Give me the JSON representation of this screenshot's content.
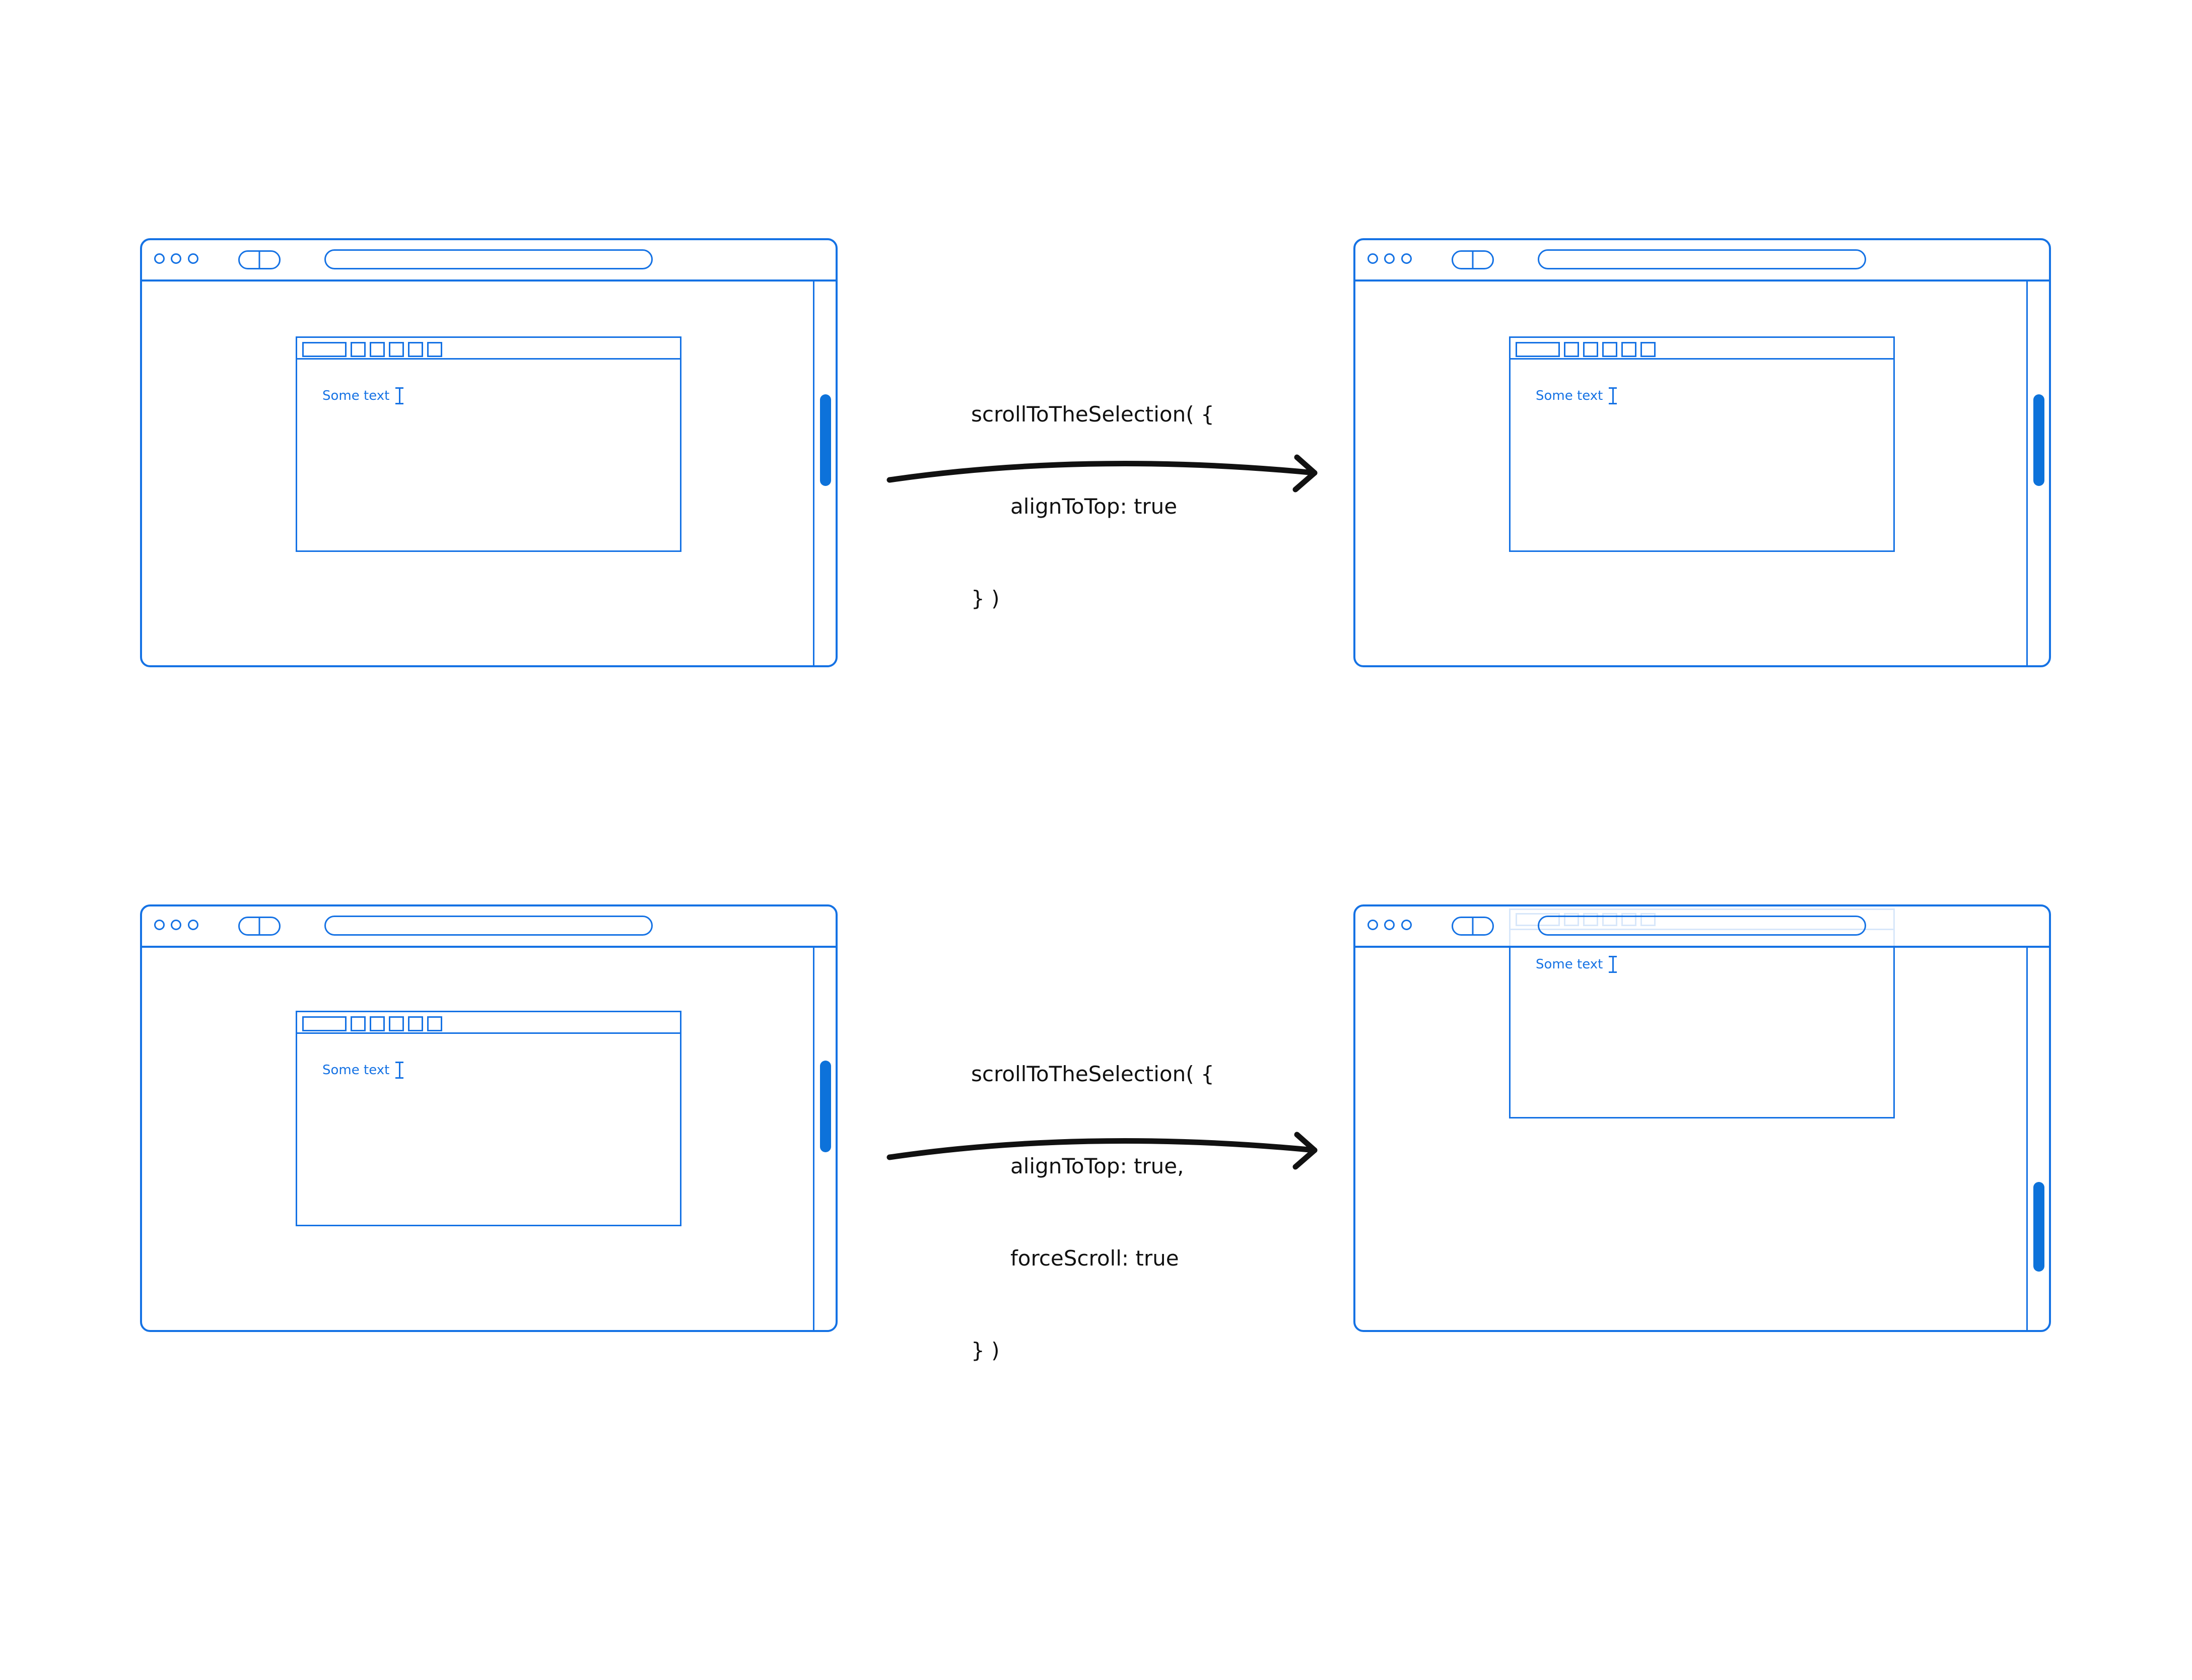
{
  "colors": {
    "stroke_blue": "#1572e4",
    "scrollbar_thumb_blue": "#0d72da",
    "faded_blue": "rgba(21,114,228,0.17)",
    "text_black": "#111111",
    "background": "#ffffff"
  },
  "windows": {
    "top_left": {
      "editor_text": "Some text"
    },
    "top_right": {
      "editor_text": "Some text"
    },
    "bottom_left": {
      "editor_text": "Some text"
    },
    "bottom_right": {
      "editor_text": "Some text"
    }
  },
  "annotations": {
    "top_call": {
      "lines": [
        "scrollToTheSelection( {",
        "alignToTop: true",
        "} )"
      ]
    },
    "bottom_call": {
      "lines": [
        "scrollToTheSelection( {",
        "alignToTop: true,",
        "forceScroll: true",
        "} )"
      ]
    }
  },
  "icons": {
    "window_controls": "three-circles",
    "back_forward": "split-pill",
    "url_bar": "rounded-field",
    "toolbar_items": "dropdown-plus-five-squares",
    "text_cursor": "i-beam",
    "scrollbar": "vertical-track-with-thumb",
    "arrow": "curved-right-arrow"
  }
}
